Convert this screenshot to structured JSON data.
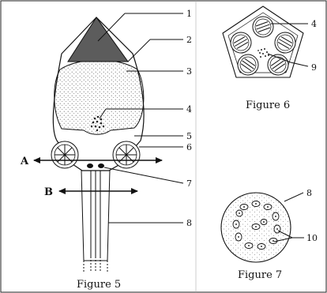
{
  "figure5": {
    "caption": "Figure 5",
    "section_labels": [
      "A",
      "B"
    ],
    "part_numbers": [
      "1",
      "2",
      "3",
      "4",
      "5",
      "6",
      "7",
      "8"
    ]
  },
  "figure6": {
    "caption": "Figure 6",
    "part_numbers": [
      "4",
      "9"
    ]
  },
  "figure7": {
    "caption": "Figure 7",
    "part_numbers": [
      "8",
      "10"
    ]
  }
}
